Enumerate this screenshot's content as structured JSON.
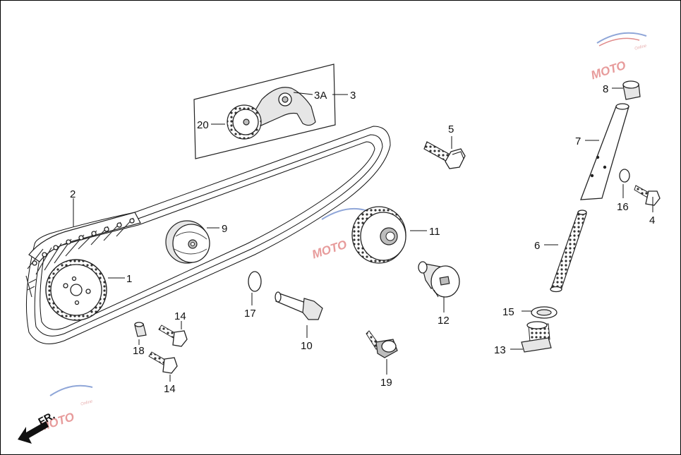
{
  "watermark": {
    "brand": "MOTO",
    "sub": "Online"
  },
  "direction_label": "FR.",
  "callouts": [
    {
      "id": "c1",
      "text": "1"
    },
    {
      "id": "c2",
      "text": "2"
    },
    {
      "id": "c3",
      "text": "3"
    },
    {
      "id": "c3a",
      "text": "3A"
    },
    {
      "id": "c4",
      "text": "4"
    },
    {
      "id": "c5",
      "text": "5"
    },
    {
      "id": "c6",
      "text": "6"
    },
    {
      "id": "c7",
      "text": "7"
    },
    {
      "id": "c8",
      "text": "8"
    },
    {
      "id": "c9",
      "text": "9"
    },
    {
      "id": "c10",
      "text": "10"
    },
    {
      "id": "c11",
      "text": "11"
    },
    {
      "id": "c12",
      "text": "12"
    },
    {
      "id": "c13",
      "text": "13"
    },
    {
      "id": "c14a",
      "text": "14"
    },
    {
      "id": "c14b",
      "text": "14"
    },
    {
      "id": "c15",
      "text": "15"
    },
    {
      "id": "c16",
      "text": "16"
    },
    {
      "id": "c17",
      "text": "17"
    },
    {
      "id": "c18",
      "text": "18"
    },
    {
      "id": "c19",
      "text": "19"
    },
    {
      "id": "c20",
      "text": "20"
    }
  ]
}
